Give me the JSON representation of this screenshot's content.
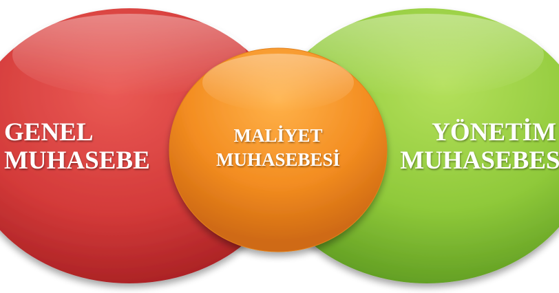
{
  "colors": {
    "left_circle": "#d13b3b",
    "right_circle": "#8fc93a",
    "center_circle": "#f38d21",
    "text": "#ffffff"
  },
  "nodes": {
    "left": {
      "line1": "GENEL",
      "line2": "MUHASEBE"
    },
    "center": {
      "line1": "MALİYET",
      "line2": "MUHASEBESİ"
    },
    "right": {
      "line1": "YÖNETİM",
      "line2": "MUHASEBESİ"
    }
  }
}
